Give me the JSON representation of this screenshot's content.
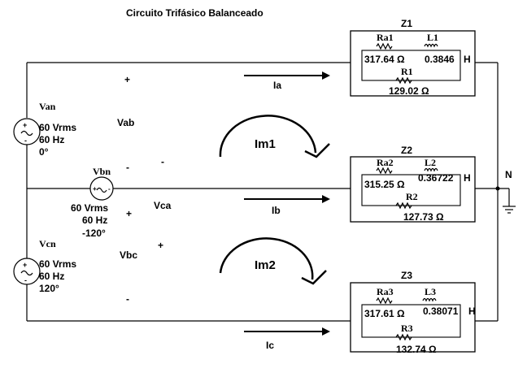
{
  "title": "Circuito Trifásico Balanceado",
  "sources": {
    "an": {
      "name": "Van",
      "line1": "60 Vrms",
      "line2": "60 Hz",
      "line3": "0°"
    },
    "bn": {
      "name": "Vbn",
      "line1": "60 Vrms",
      "line2": "60 Hz",
      "line3": "-120°"
    },
    "cn": {
      "name": "Vcn",
      "line1": "60 Vrms",
      "line2": "60 Hz",
      "line3": "120°"
    }
  },
  "line_voltages": {
    "vab": "Vab",
    "vca": "Vca",
    "vbc": "Vbc"
  },
  "signs": {
    "plus": "+",
    "minus": "-"
  },
  "currents": {
    "ia": "Ia",
    "ib": "Ib",
    "ic": "Ic"
  },
  "meshes": {
    "m1": "Im1",
    "m2": "Im2"
  },
  "neutral": "N",
  "loads": {
    "z1": {
      "name": "Z1",
      "ra": "Ra1",
      "ra_val": "317.64 Ω",
      "l": "L1",
      "l_val": "0.3846",
      "unit": "H",
      "r": "R1",
      "r_val": "129.02 Ω"
    },
    "z2": {
      "name": "Z2",
      "ra": "Ra2",
      "ra_val": "315.25 Ω",
      "l": "L2",
      "l_val": "0.36722",
      "unit": "H",
      "r": "R2",
      "r_val": "127.73 Ω"
    },
    "z3": {
      "name": "Z3",
      "ra": "Ra3",
      "ra_val": "317.61 Ω",
      "l": "L3",
      "l_val": "0.38071",
      "unit": "H",
      "r": "R3",
      "r_val": "132.74 Ω"
    }
  }
}
